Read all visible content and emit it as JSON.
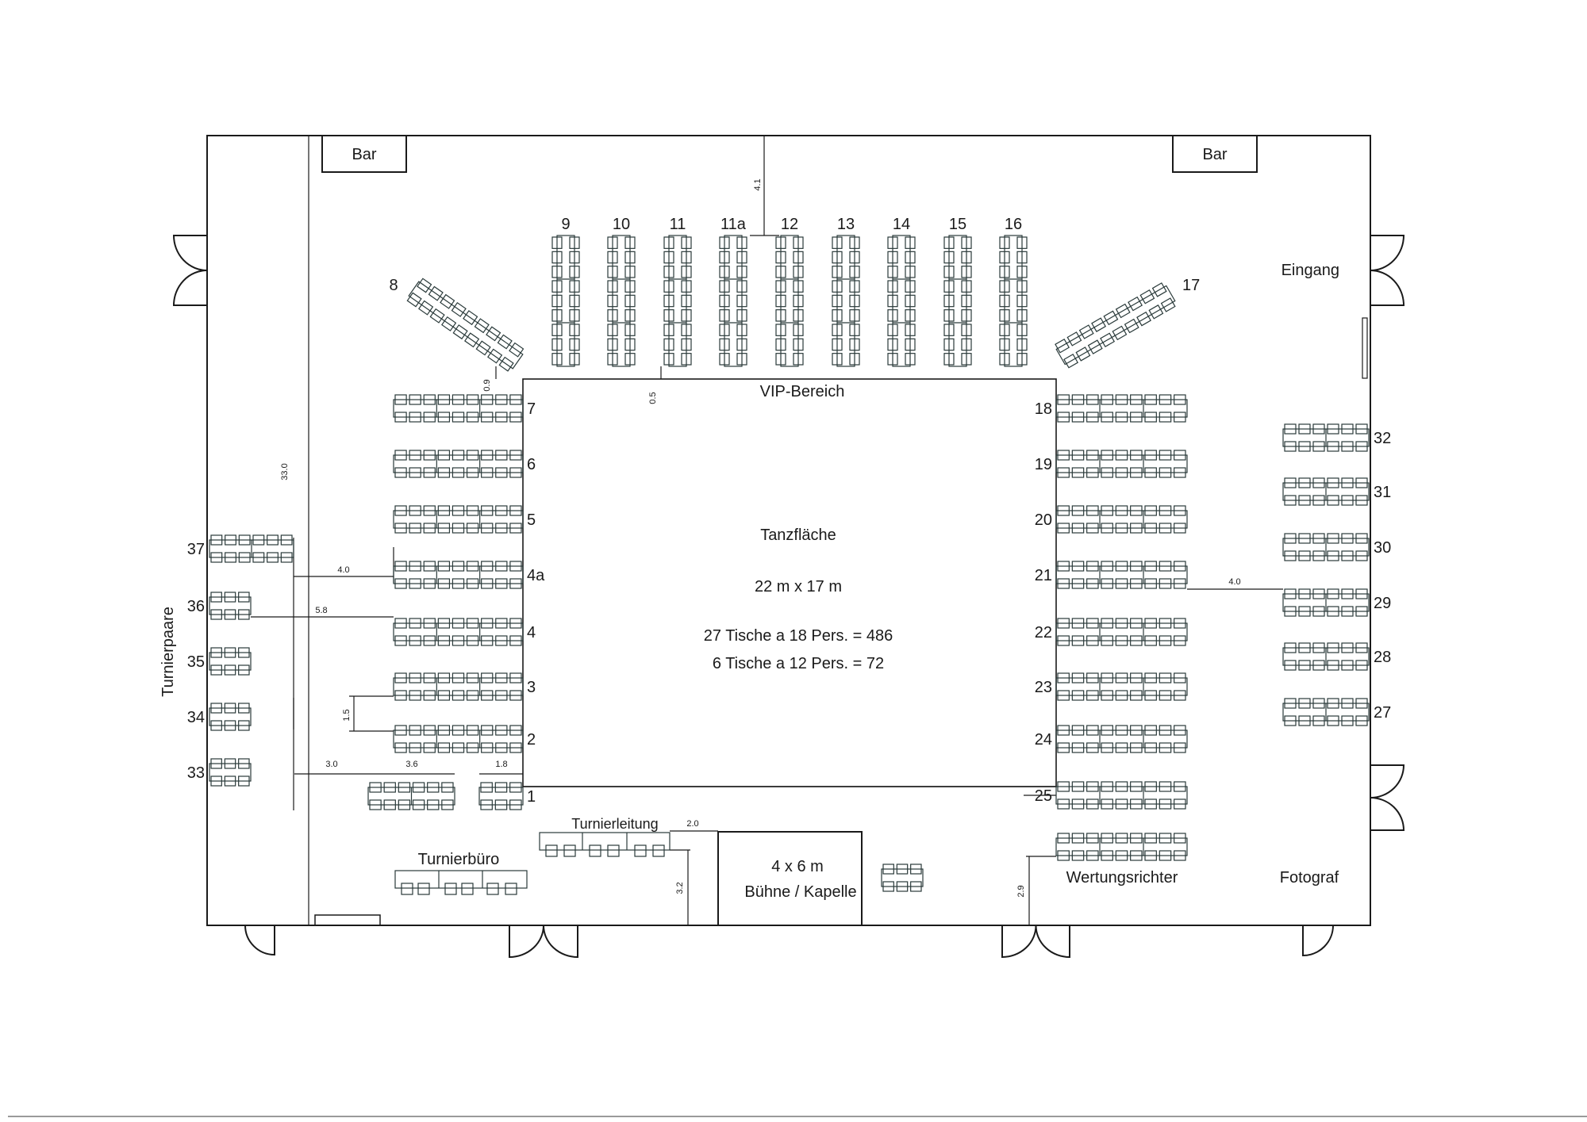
{
  "title": "Saalplan Tanzturnier",
  "areas": {
    "bar_left": "Bar",
    "bar_right": "Bar",
    "entrance": "Eingang",
    "vip": "VIP-Bereich",
    "dance_floor": "Tanzfläche",
    "dance_floor_size": "22 m x 17 m",
    "capacity_line_1": "27 Tische a 18 Pers. = 486",
    "capacity_line_2": "6 Tische a 12 Pers. = 72",
    "tournament_office": "Turnierbüro",
    "tournament_management": "Turnierleitung",
    "stage_size": "4 x 6 m",
    "stage": "Bühne / Kapelle",
    "judges": "Wertungsrichter",
    "photographer": "Fotograf",
    "couples": "Turnierpaare"
  },
  "dimensions": {
    "hall_length": "33.0",
    "top_gap": "4.1",
    "vip_gap": "0.5",
    "table8_gap": "0.9",
    "left_aisle_4a": "4.0",
    "left_aisle_4": "5.8",
    "row_spacing": "1.5",
    "aisle_bottom_left": "3.0",
    "table1_width": "3.6",
    "table1_small": "1.8",
    "stage_gap": "2.0",
    "stage_depth_left": "3.2",
    "judges_gap": "2.9",
    "right_aisle": "4.0"
  },
  "tables": {
    "top": [
      "9",
      "10",
      "11",
      "11a",
      "12",
      "13",
      "14",
      "15",
      "16"
    ],
    "diagonal_left": "8",
    "diagonal_right": "17",
    "left": [
      "7",
      "6",
      "5",
      "4a",
      "4",
      "3",
      "2"
    ],
    "left_bottom": "1",
    "right": [
      "18",
      "19",
      "20",
      "21",
      "22",
      "23",
      "24",
      "25"
    ],
    "right_wall": [
      "32",
      "31",
      "30",
      "29",
      "28",
      "27"
    ],
    "left_wall": [
      "37",
      "36",
      "35",
      "34",
      "33"
    ]
  },
  "colors": {
    "line": "#1a1a1a",
    "chair": "#2a3a3a"
  }
}
